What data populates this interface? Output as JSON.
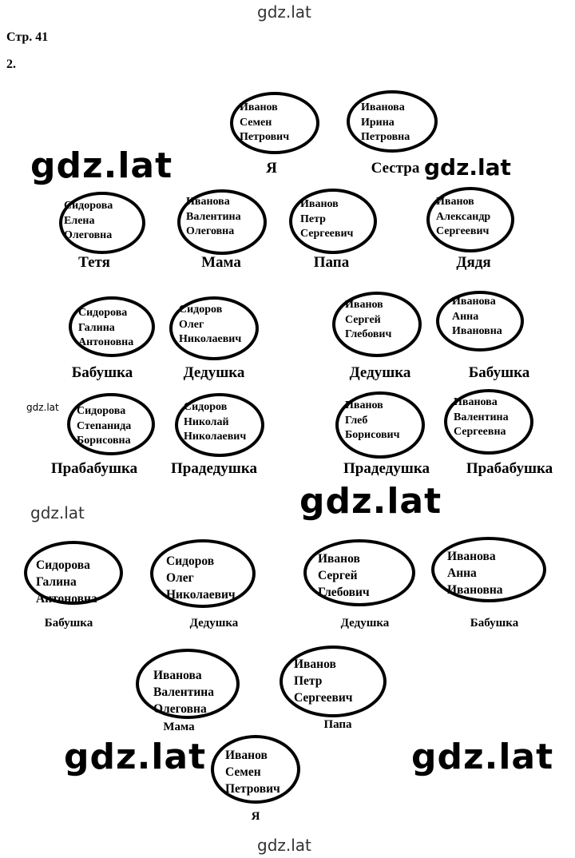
{
  "watermark": "gdz.lat",
  "header": {
    "page": "Стр. 41",
    "task": "2."
  },
  "tree1": [
    {
      "id": "me",
      "name": [
        "Иванов",
        "Семен",
        "Петрович"
      ],
      "role": "Я"
    },
    {
      "id": "sister",
      "name": [
        "Иванова",
        "Ирина",
        "Петровна"
      ],
      "role": "Сестра"
    },
    {
      "id": "aunt",
      "name": [
        "Сидорова",
        "Елена",
        "Олеговна"
      ],
      "role": "Тетя"
    },
    {
      "id": "mom",
      "name": [
        "Иванова",
        "Валентина",
        "Олеговна"
      ],
      "role": "Мама"
    },
    {
      "id": "dad",
      "name": [
        "Иванов",
        "Петр",
        "Сергеевич"
      ],
      "role": "Папа"
    },
    {
      "id": "uncle",
      "name": [
        "Иванов",
        "Александр",
        "Сергеевич"
      ],
      "role": "Дядя"
    },
    {
      "id": "grandma-m",
      "name": [
        "Сидорова",
        "Галина",
        "Антоновна"
      ],
      "role": "Бабушка"
    },
    {
      "id": "grandpa-m",
      "name": [
        "Сидоров",
        "Олег",
        "Николаевич"
      ],
      "role": "Дедушка"
    },
    {
      "id": "grandpa-p",
      "name": [
        "Иванов",
        "Сергей",
        "Глебович"
      ],
      "role": "Дедушка"
    },
    {
      "id": "grandma-p",
      "name": [
        "Иванова",
        "Анна",
        "Ивановна"
      ],
      "role": "Бабушка"
    },
    {
      "id": "ggma-m",
      "name": [
        "Сидорова",
        "Степанида",
        "Борисовна"
      ],
      "role": "Прабабушка"
    },
    {
      "id": "ggpa-m",
      "name": [
        "Сидоров",
        "Николай",
        "Николаевич"
      ],
      "role": "Прадедушка"
    },
    {
      "id": "ggpa-p",
      "name": [
        "Иванов",
        "Глеб",
        "Борисович"
      ],
      "role": "Прадедушка"
    },
    {
      "id": "ggma-p",
      "name": [
        "Иванова",
        "Валентина",
        "Сергеевна"
      ],
      "role": "Прабабушка"
    }
  ],
  "tree2": [
    {
      "id": "grandma-m",
      "name": [
        "Сидорова",
        "Галина",
        "Антоновна"
      ],
      "role": "Бабушка"
    },
    {
      "id": "grandpa-m",
      "name": [
        "Сидоров",
        "Олег",
        "Николаевич"
      ],
      "role": "Дедушка"
    },
    {
      "id": "grandpa-p",
      "name": [
        "Иванов",
        "Сергей",
        "Глебович"
      ],
      "role": "Дедушка"
    },
    {
      "id": "grandma-p",
      "name": [
        "Иванова",
        "Анна",
        "Ивановна"
      ],
      "role": "Бабушка"
    },
    {
      "id": "mom",
      "name": [
        "Иванова",
        "Валентина",
        "Олеговна"
      ],
      "role": "Мама"
    },
    {
      "id": "dad",
      "name": [
        "Иванов",
        "Петр",
        "Сергеевич"
      ],
      "role": "Папа"
    },
    {
      "id": "me",
      "name": [
        "Иванов",
        "Семен",
        "Петрович"
      ],
      "role": "Я"
    }
  ]
}
